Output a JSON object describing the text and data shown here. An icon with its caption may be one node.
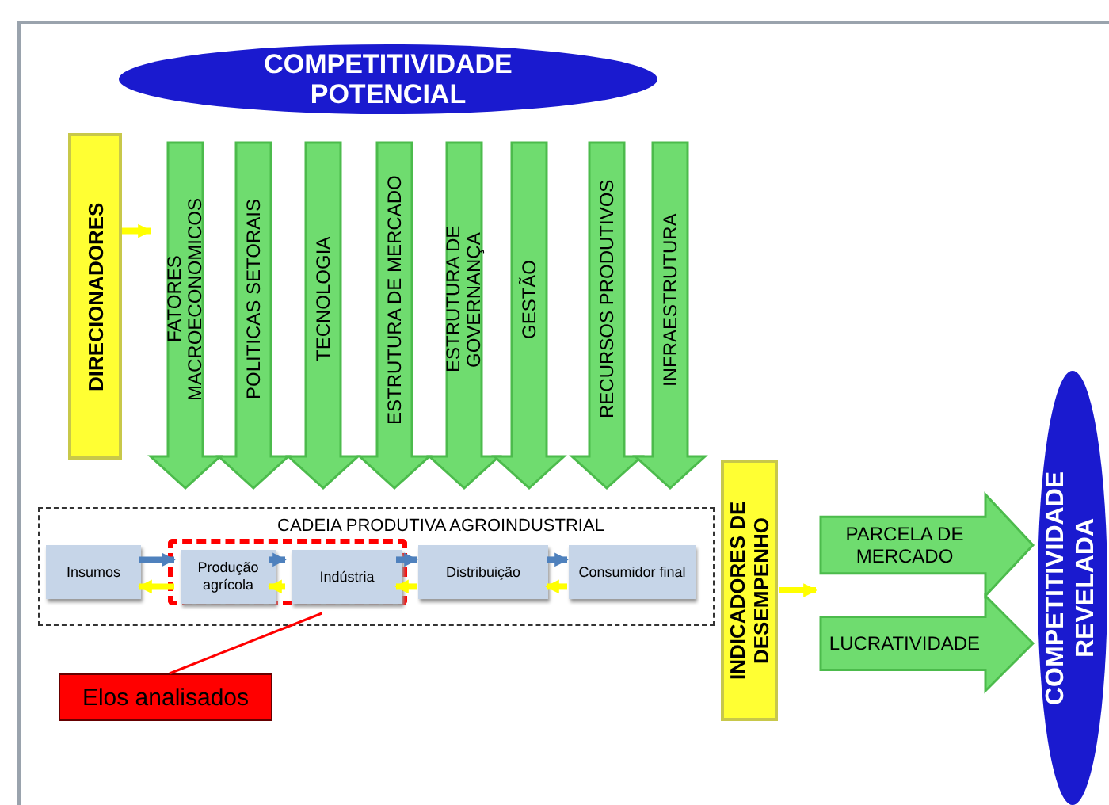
{
  "diagram": {
    "nodes": [
      {
        "text": [
          "COMPETITIVIDADE POTENCIAL"
        ]
      },
      {
        "text": [
          "DIRECIONADORES"
        ]
      },
      {
        "text": [
          "FATORES MACROECONOMICOS"
        ]
      },
      {
        "text": [
          "POLITICAS SETORAIS"
        ]
      },
      {
        "text": [
          "TECNOLOGIA"
        ]
      },
      {
        "text": [
          "ESTRUTURA DE MERCADO"
        ]
      },
      {
        "text": [
          "ESTRUTURA DE GOVERNANÇA"
        ]
      },
      {
        "text": [
          "GESTÃO"
        ]
      },
      {
        "text": [
          "RECURSOS PRODUTIVOS"
        ]
      },
      {
        "text": [
          "INFRAESTRUTURA"
        ]
      },
      {
        "text": [
          "CADEIA PRODUTIVA AGROINDUSTRIAL"
        ]
      },
      {
        "text": [
          "Insumos"
        ],
        "in": 10
      },
      {
        "text": [],
        "shape": "box",
        "in": 10
      },
      {
        "text": [
          "Produção agrícola"
        ],
        "in": 12
      },
      {
        "text": [
          "Indústria"
        ],
        "in": 12
      },
      {
        "text": [
          "Distribuição"
        ],
        "in": 10
      },
      {
        "text": [
          "Consumidor final"
        ],
        "in": 10
      },
      {
        "text": [
          "INDICADORES DE DESEMPENHO"
        ]
      },
      {
        "text": [
          "PARCELA DE MERCADO"
        ]
      },
      {
        "text": [
          "LUCRATIVIDADE"
        ]
      },
      {
        "text": [
          "COMPETITIVIDADE REVELADA"
        ]
      },
      {
        "text": [
          "Elos analisados"
        ]
      }
    ],
    "edges": [
      {
        "from": 1,
        "to": 2,
        "arrow": "to"
      },
      {
        "from": 11,
        "to": 13,
        "arrow": "to",
        "color": "#4f81bd"
      },
      {
        "from": 13,
        "to": 11,
        "arrow": "to"
      },
      {
        "from": 13,
        "to": 14,
        "arrow": "to",
        "color": "#4f81bd"
      },
      {
        "from": 14,
        "to": 13,
        "arrow": "to"
      },
      {
        "from": 14,
        "to": 15,
        "arrow": "to",
        "color": "#4f81bd"
      },
      {
        "from": 15,
        "to": 14,
        "arrow": "to"
      },
      {
        "from": 15,
        "to": 16,
        "arrow": "to",
        "color": "#4f81bd"
      },
      {
        "from": 16,
        "to": 15,
        "arrow": "to"
      },
      {
        "from": 17,
        "to": null,
        "arrow": "to"
      },
      {
        "from": 21,
        "to": 12,
        "arrow": "none",
        "color": "#ff0000"
      }
    ]
  }
}
